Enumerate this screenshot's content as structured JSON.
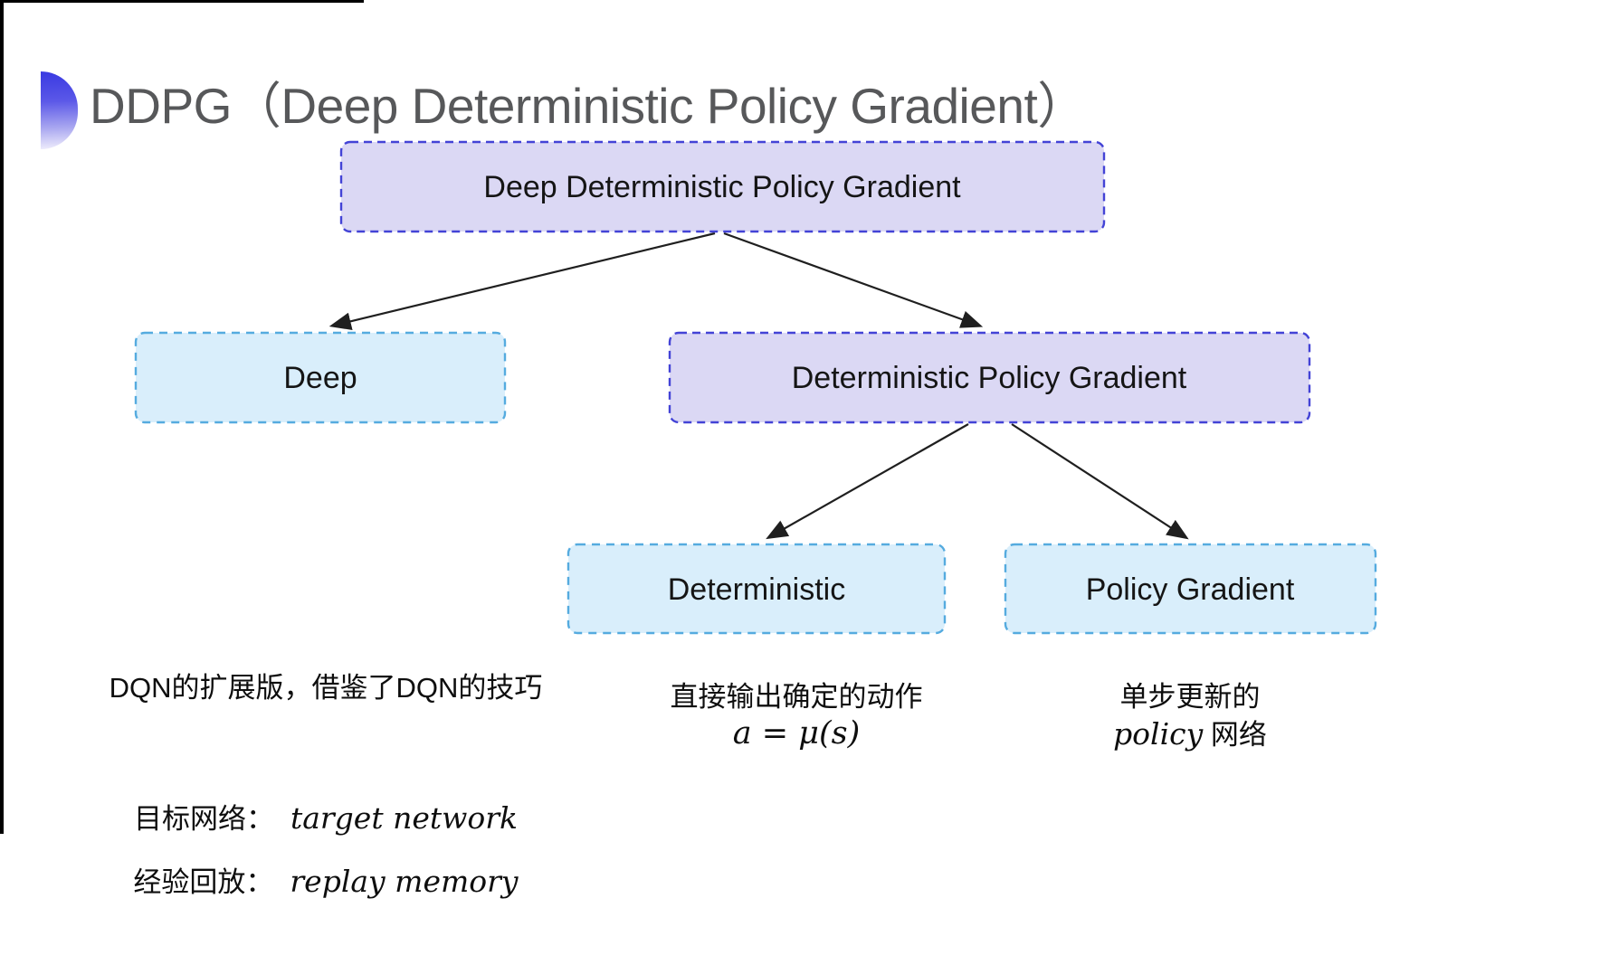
{
  "page": {
    "title": "DDPG（Deep Deterministic Policy Gradient）"
  },
  "diagram": {
    "nodes": {
      "root": {
        "label": "Deep Deterministic Policy Gradient"
      },
      "deep": {
        "label": "Deep"
      },
      "dpg": {
        "label": "Deterministic Policy Gradient"
      },
      "deterministic": {
        "label": "Deterministic"
      },
      "policy_gradient": {
        "label": "Policy Gradient"
      }
    },
    "colors": {
      "purple_fill": "#dbd8f4",
      "purple_border": "#4343d6",
      "cyan_fill": "#d9eefb",
      "cyan_border": "#55abdf",
      "arrow": "#1f1f1f",
      "title_gray": "#57585a"
    }
  },
  "notes": {
    "deep": {
      "line1": "DQN的扩展版，借鉴了DQN的技巧",
      "line2_label": "目标网络：",
      "line2_value": "target network",
      "line3_label": "经验回放：",
      "line3_value": "replay memory"
    },
    "deterministic": {
      "line1": "直接输出确定的动作",
      "line2": "a = μ(s)"
    },
    "policy_gradient": {
      "line1": "单步更新的",
      "line2_en": "policy",
      "line2_zh": "网络"
    }
  }
}
